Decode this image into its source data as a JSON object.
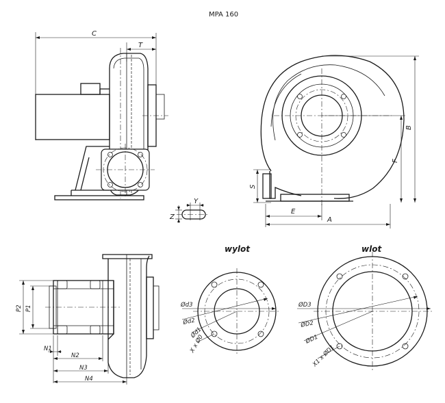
{
  "title": "MPA 160",
  "headings": {
    "outlet": "wylot",
    "inlet": "wlot"
  },
  "dimensions": {
    "C": "C",
    "T": "T",
    "B": "B",
    "F": "F",
    "S": "S",
    "E": "E",
    "A": "A",
    "Y": "Y",
    "Z": "Z",
    "P1": "P1",
    "P2": "P2",
    "N1": "N1",
    "N2": "N2",
    "N3": "N3",
    "N4": "N4",
    "d3": "Ød3",
    "d2": "Ød2",
    "d1": "Ød1",
    "x0": "X x Ø0",
    "D3": "ØD3",
    "D2": "ØD2",
    "D1": "ØD1",
    "x01": "X1 x ØD1"
  },
  "colors": {
    "ink": "#1a1a1a",
    "paper": "#ffffff"
  }
}
